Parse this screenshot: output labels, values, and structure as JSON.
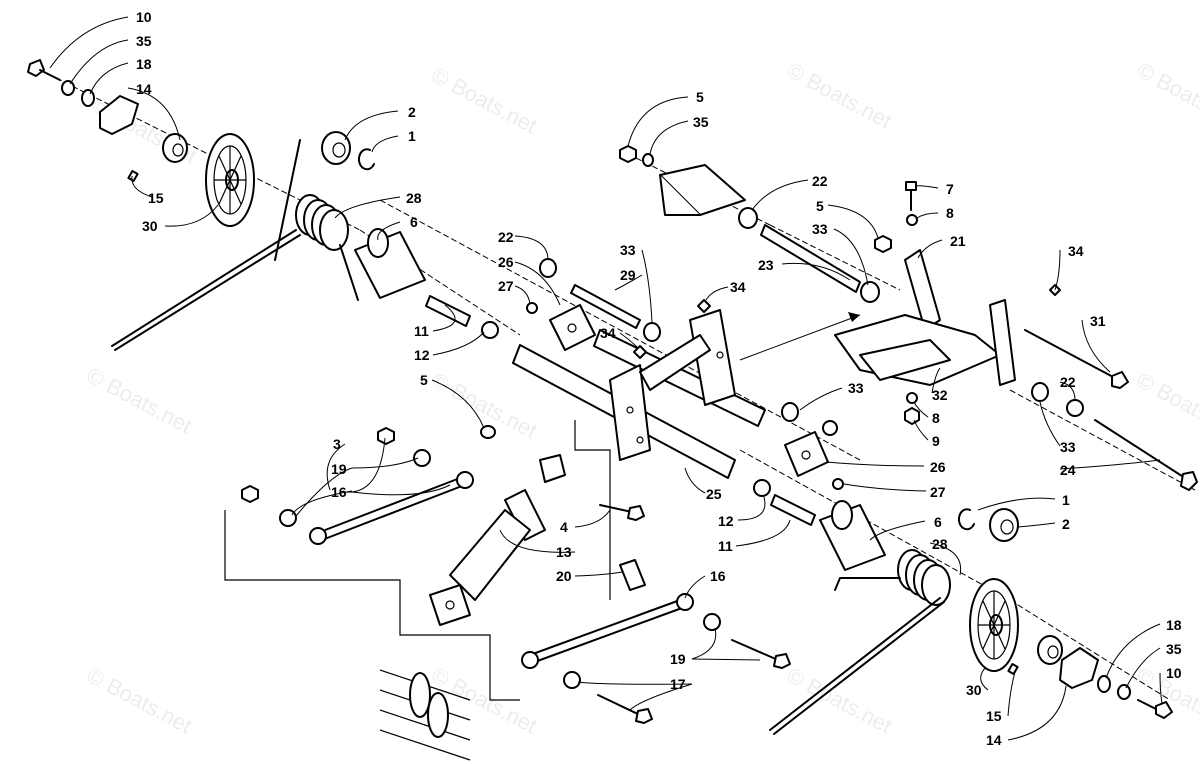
{
  "diagram": {
    "watermark_text": "© Boats.net",
    "callouts": {
      "c10a": "10",
      "c35a": "35",
      "c18a": "18",
      "c14a": "14",
      "c15a": "15",
      "c30a": "30",
      "c2a": "2",
      "c1a": "1",
      "c28a": "28",
      "c6a": "6",
      "c5a": "5",
      "c35b": "35",
      "c22a": "22",
      "c5b": "5",
      "c33a": "33",
      "c7": "7",
      "c8a": "8",
      "c21": "21",
      "c23": "23",
      "c34a": "34",
      "c22b": "22",
      "c26a": "26",
      "c27a": "27",
      "c33b": "33",
      "c29": "29",
      "c34b": "34",
      "c34c": "34",
      "c11a": "11",
      "c12a": "12",
      "c5c": "5",
      "c31": "31",
      "c22c": "22",
      "c33c": "33",
      "c24": "24",
      "c33d": "33",
      "c8b": "8",
      "c9": "9",
      "c32": "32",
      "c26b": "26",
      "c27b": "27",
      "c1b": "1",
      "c2b": "2",
      "c25": "25",
      "c12b": "12",
      "c11b": "11",
      "c6b": "6",
      "c28b": "28",
      "c3": "3",
      "c19a": "19",
      "c16a": "16",
      "c4": "4",
      "c13": "13",
      "c20": "20",
      "c16b": "16",
      "c19b": "19",
      "c17": "17",
      "c30b": "30",
      "c15b": "15",
      "c14b": "14",
      "c18b": "18",
      "c35c": "35",
      "c10b": "10"
    }
  }
}
